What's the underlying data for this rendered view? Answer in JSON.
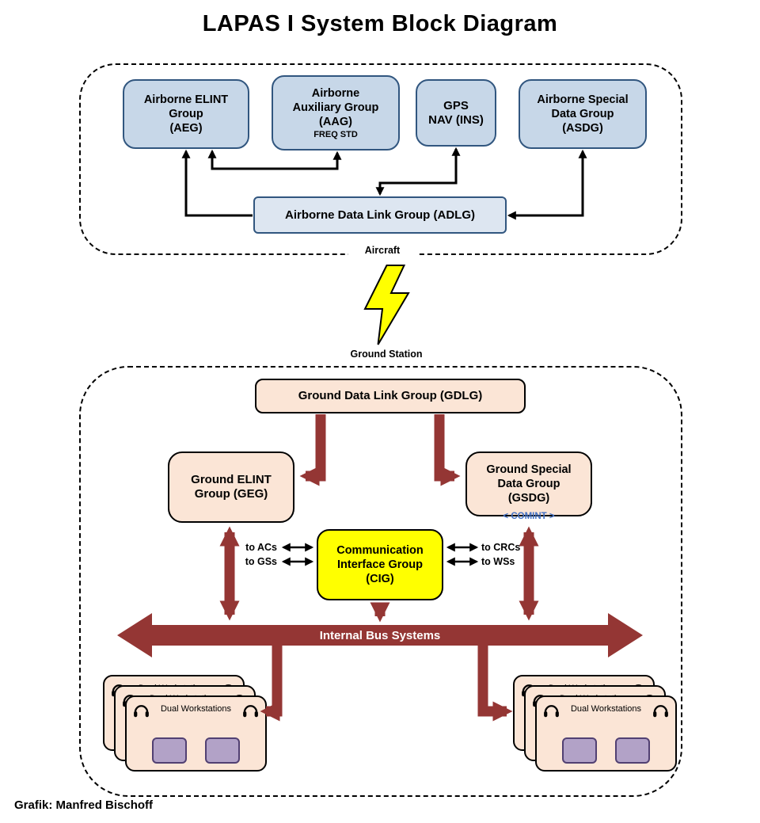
{
  "title": "LAPAS I System Block Diagram",
  "credit": "Grafik: Manfred Bischoff",
  "aircraft": {
    "label": "Aircraft",
    "boxes": {
      "aeg": {
        "lines": [
          "Airborne ELINT",
          "Group",
          "(AEG)"
        ]
      },
      "aag": {
        "lines": [
          "Airborne",
          "Auxiliary Group",
          "(AAG)"
        ],
        "note": "FREQ STD"
      },
      "gps": {
        "lines": [
          "GPS",
          "NAV (INS)"
        ]
      },
      "asdg": {
        "lines": [
          "Airborne Special",
          "Data Group",
          "(ASDG)"
        ]
      },
      "adlg": {
        "label": "Airborne Data Link Group (ADLG)"
      }
    }
  },
  "ground": {
    "label": "Ground Station",
    "boxes": {
      "gdlg": {
        "label": "Ground Data Link Group (GDLG)"
      },
      "geg": {
        "lines": [
          "Ground ELINT",
          "Group (GEG)"
        ]
      },
      "gsdg": {
        "lines": [
          "Ground Special",
          "Data Group",
          "(GSDG)"
        ],
        "note": "< COMINT >"
      },
      "cig": {
        "lines": [
          "Communication",
          "Interface Group",
          "(CIG)"
        ]
      }
    },
    "cig_links": {
      "left": [
        "to ACs",
        "to GSs"
      ],
      "right": [
        "to CRCs",
        "to WSs"
      ]
    },
    "bus_label": "Internal Bus Systems",
    "workstations_label": "Dual Workstations"
  },
  "colors": {
    "blue_fill": "#c7d7e8",
    "blue_light": "#dde6f1",
    "blue_border": "#31567f",
    "peach": "#fbe5d6",
    "yellow": "#ffff00",
    "bus_red": "#943634",
    "comint_blue": "#4472c4",
    "screen_purple": "#b2a2c7"
  }
}
